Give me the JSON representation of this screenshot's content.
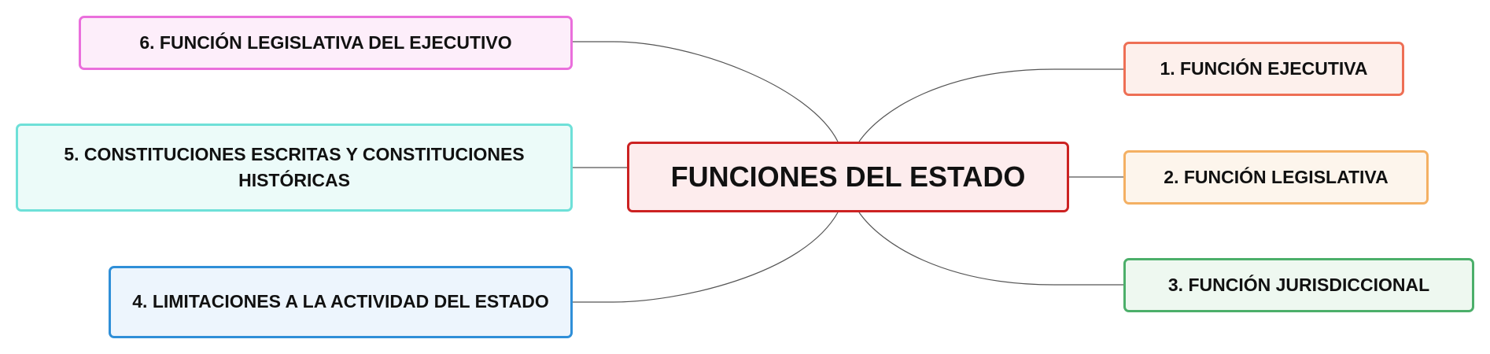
{
  "diagram": {
    "central": {
      "label": "FUNCIONES DEL ESTADO"
    },
    "branches": [
      {
        "id": "b1",
        "label": "1. FUNCIÓN EJECUTIVA"
      },
      {
        "id": "b2",
        "label": "2. FUNCIÓN LEGISLATIVA"
      },
      {
        "id": "b3",
        "label": "3. FUNCIÓN JURISDICCIONAL"
      },
      {
        "id": "b4",
        "label": "4. LIMITACIONES A LA ACTIVIDAD DEL ESTADO"
      },
      {
        "id": "b5",
        "label": "5. CONSTITUCIONES ESCRITAS Y CONSTITUCIONES HISTÓRICAS"
      },
      {
        "id": "b6",
        "label": "6. FUNCIÓN LEGISLATIVA DEL EJECUTIVO"
      }
    ],
    "colors": {
      "central": "#cc2222",
      "b1": "#ee6f55",
      "b2": "#f4b063",
      "b3": "#4caf6a",
      "b4": "#2f8fd8",
      "b5": "#6ee0d8",
      "b6": "#ea6fdc",
      "connector": "#555555"
    }
  }
}
